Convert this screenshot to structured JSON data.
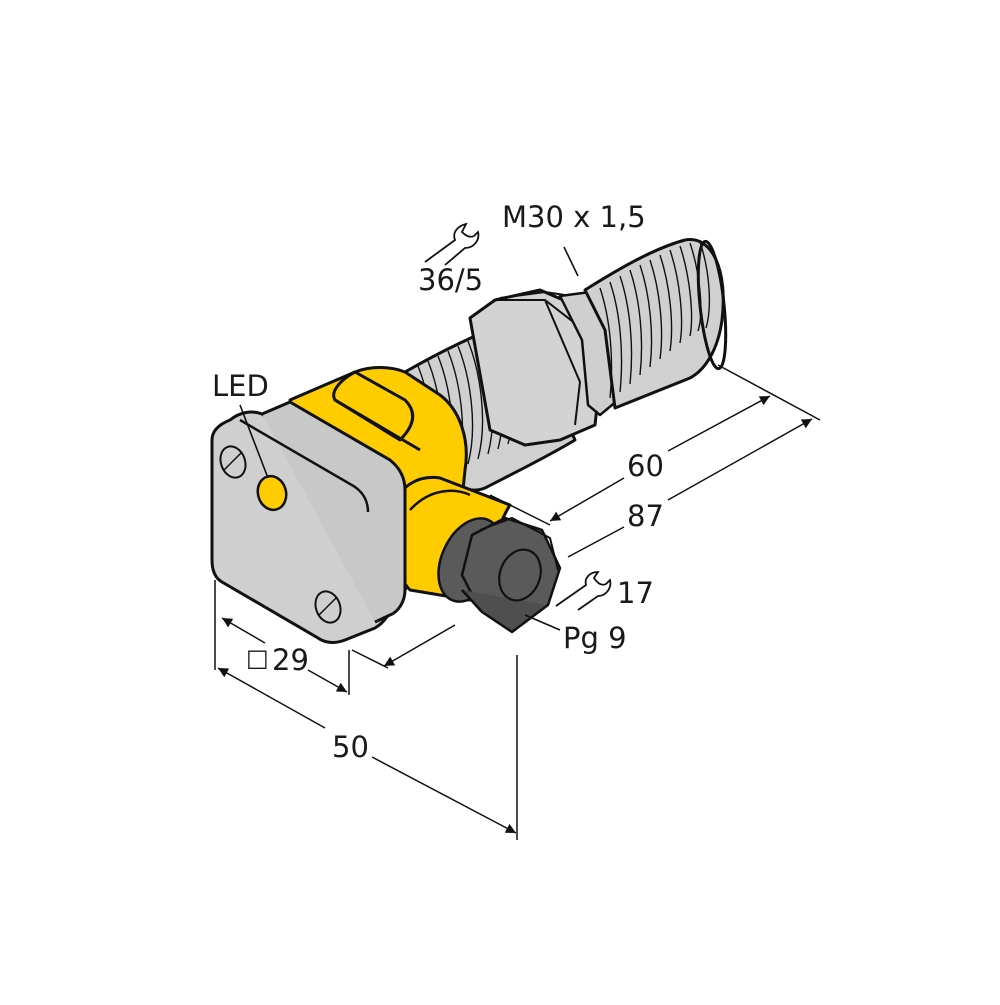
{
  "diagram": {
    "subject": "Inductive proximity sensor with rectangular housing, M30 threaded barrel and Pg 9 cable gland",
    "colors": {
      "housing_yellow": "#FFCC00",
      "metal_gray": "#D0D0D0",
      "cover_gray": "#CFCFCF",
      "gland_dark": "#5A5A5A",
      "outline": "#111111",
      "led": "#FFCC00"
    }
  },
  "labels": {
    "thread": "M30 x 1,5",
    "wrench_nut": "36/5",
    "led": "LED",
    "length_thread": "60",
    "length_total": "87",
    "wrench_gland": "17",
    "gland": "Pg 9",
    "square_housing": "29",
    "square_symbol": "□",
    "depth_total": "50"
  },
  "icons": {
    "wrench_nut": "wrench-icon",
    "wrench_gland": "wrench-icon"
  }
}
